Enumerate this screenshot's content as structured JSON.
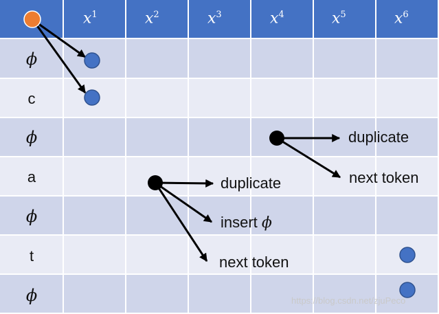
{
  "header": {
    "columns": [
      {
        "base": "x",
        "sup": "1"
      },
      {
        "base": "x",
        "sup": "2"
      },
      {
        "base": "x",
        "sup": "3"
      },
      {
        "base": "x",
        "sup": "4"
      },
      {
        "base": "x",
        "sup": "5"
      },
      {
        "base": "x",
        "sup": "6"
      }
    ]
  },
  "rows": [
    "ϕ",
    "c",
    "ϕ",
    "a",
    "ϕ",
    "t",
    "ϕ"
  ],
  "annotations": {
    "duplicate_1": "duplicate",
    "next_token_1": "next token",
    "duplicate_2": "duplicate",
    "insert_prefix": "insert ",
    "insert_symbol": "ϕ",
    "next_token_2": "next token"
  },
  "colors": {
    "header": "#4472c4",
    "row_even": "#cfd5ea",
    "row_odd": "#e9ebf5",
    "start_node": "#ed7d31",
    "blue_node": "#4472c4",
    "black_node": "#000000"
  },
  "watermark": "https://blog.csdn.net/zjuPeco"
}
